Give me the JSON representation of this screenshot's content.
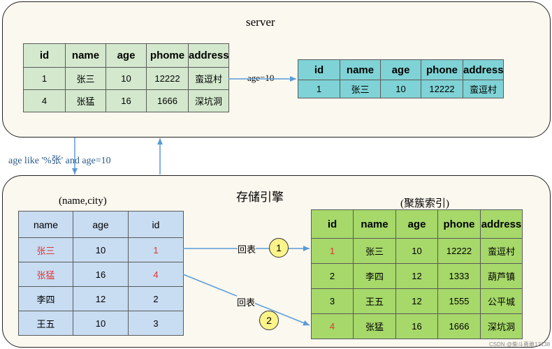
{
  "server": {
    "title": "server",
    "rows_table": {
      "headers": [
        "id",
        "name",
        "age",
        "phome",
        "address"
      ],
      "rows": [
        [
          "1",
          "张三",
          "10",
          "12222",
          "蛮逗村"
        ],
        [
          "4",
          "张猛",
          "16",
          "1666",
          "深坑洞"
        ]
      ]
    },
    "filter_label": "age=10",
    "result_table": {
      "headers": [
        "id",
        "name",
        "age",
        "phone",
        "address"
      ],
      "rows": [
        [
          "1",
          "张三",
          "10",
          "12222",
          "蛮逗村"
        ]
      ]
    }
  },
  "query_label": "age like '%张' and age=10",
  "engine": {
    "title": "存储引擎",
    "index_label": "(name,city)",
    "index_table": {
      "headers": [
        "name",
        "age",
        "id"
      ],
      "rows": [
        [
          "张三",
          "10",
          "1"
        ],
        [
          "张猛",
          "16",
          "4"
        ],
        [
          "李四",
          "12",
          "2"
        ],
        [
          "王五",
          "10",
          "3"
        ]
      ]
    },
    "cluster_label": "(聚簇索引)",
    "cluster_table": {
      "headers": [
        "id",
        "name",
        "age",
        "phone",
        "address"
      ],
      "rows": [
        [
          "1",
          "张三",
          "10",
          "12222",
          "蛮逗村"
        ],
        [
          "2",
          "李四",
          "12",
          "1333",
          "葫芦镇"
        ],
        [
          "3",
          "王五",
          "12",
          "1555",
          "公平城"
        ],
        [
          "4",
          "张猛",
          "16",
          "1666",
          "深坑洞"
        ]
      ]
    },
    "lookup_label_1": "回表",
    "lookup_label_2": "回表",
    "badge_1": "1",
    "badge_2": "2"
  },
  "watermark": "CSDN @柴斗勇敢12138",
  "colors": {
    "panel": "#fbf8ef",
    "green": "#d3e8cd",
    "cyan": "#7fd3d6",
    "blue": "#c8dcf2",
    "lime": "#a6d86a",
    "arrow": "#5b9bd5",
    "highlight": "#e03535"
  }
}
